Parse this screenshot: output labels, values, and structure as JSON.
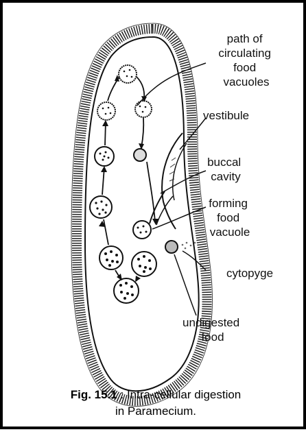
{
  "labels": {
    "path": [
      "path of",
      "circulating",
      "food",
      "vacuoles"
    ],
    "vestibule": "vestibule",
    "buccal": [
      "buccal",
      "cavity"
    ],
    "forming": [
      "forming",
      "food",
      "vacuole"
    ],
    "cytopyge": "cytopyge",
    "undigested": [
      "undigested",
      "food"
    ]
  },
  "caption": {
    "figure_number": "Fig. 15.1",
    "separator": ":",
    "text_line1": "Intra-cellular digestion",
    "text_line2": "in Paramecium."
  }
}
